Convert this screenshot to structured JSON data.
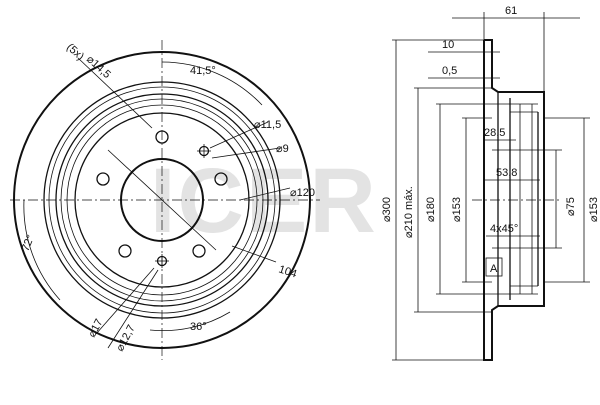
{
  "front_view": {
    "bolt_count_label": "(5x)",
    "bolt_dia_label": "⌀14,5",
    "angle_bolt_label": "41,5°",
    "dia_11_label": "⌀11,5",
    "dia_9_label": "⌀9",
    "pcd_label": "⌀120",
    "dia_104_label": "104",
    "angle_72_label": "72°",
    "dia_17_label": "⌀17",
    "dia_12_label": "⌀12,7",
    "angle_36_label": "36°"
  },
  "side_view": {
    "width_label": "61",
    "thickness_label": "10",
    "offset_label": "0,5",
    "hat_label": "28,5",
    "depth_label": "53,8",
    "chamfer_label": "4x45°",
    "datum_label": "A",
    "d300_label": "⌀300",
    "d210_label": "⌀210 máx.",
    "d180_label": "⌀180",
    "d153_label": "⌀153",
    "d75_label": "⌀75",
    "d153r_label": "⌀153"
  },
  "watermark": "ICER"
}
